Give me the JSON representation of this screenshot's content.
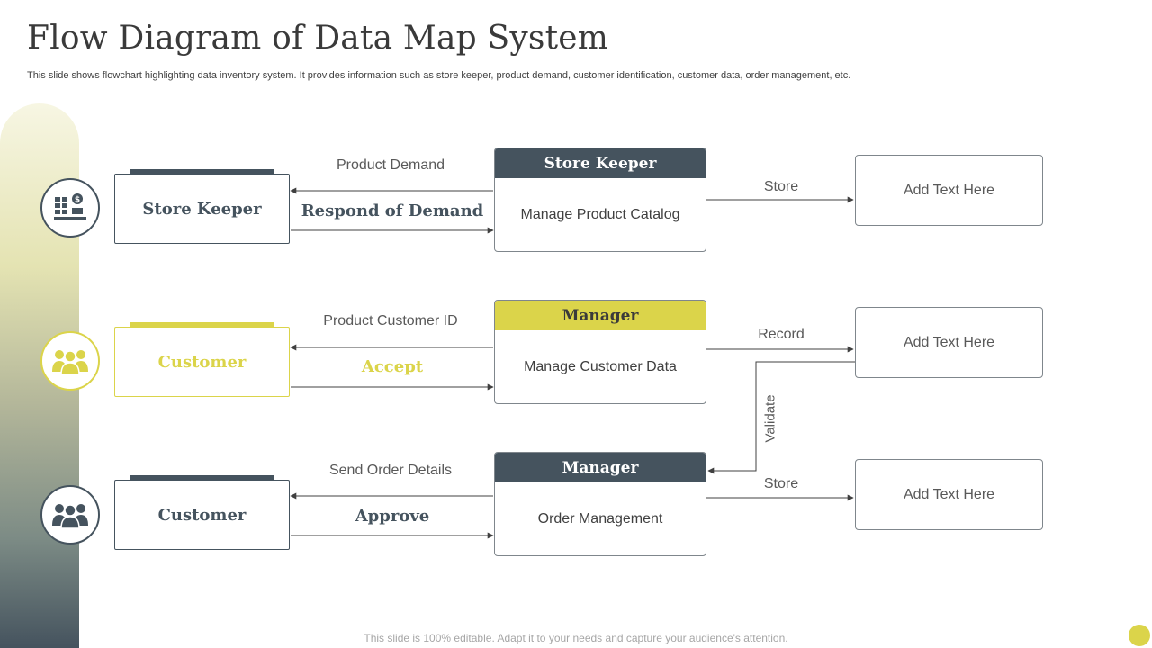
{
  "title": "Flow Diagram of Data Map System",
  "subtitle": "This slide shows flowchart highlighting data inventory system. It provides information such as store keeper, product demand, customer identification, customer data, order management, etc.",
  "rows": [
    {
      "actor": "Store Keeper",
      "actor_icon": "warehouse-icon",
      "top_label": "Product Demand",
      "bottom_label": "Respond of Demand",
      "center_header": "Store Keeper",
      "center_body": "Manage Product Catalog",
      "right_label": "Store",
      "right_box": "Add Text Here"
    },
    {
      "actor": "Customer",
      "actor_icon": "customers-icon",
      "top_label": "Product Customer ID",
      "bottom_label": "Accept",
      "center_header": "Manager",
      "center_body": "Manage Customer Data",
      "right_label": "Record",
      "right_box": "Add Text Here"
    },
    {
      "actor": "Customer",
      "actor_icon": "customers-icon",
      "top_label": "Send Order Details",
      "bottom_label": "Approve",
      "center_header": "Manager",
      "center_body": "Order Management",
      "right_label": "Store",
      "right_box": "Add Text Here"
    }
  ],
  "validate_label": "Validate",
  "footer": "This slide is 100% editable. Adapt it to your needs and capture your audience's attention.",
  "colors": {
    "slate": "#45535e",
    "yellow": "#dbd44a",
    "text": "#404040"
  }
}
